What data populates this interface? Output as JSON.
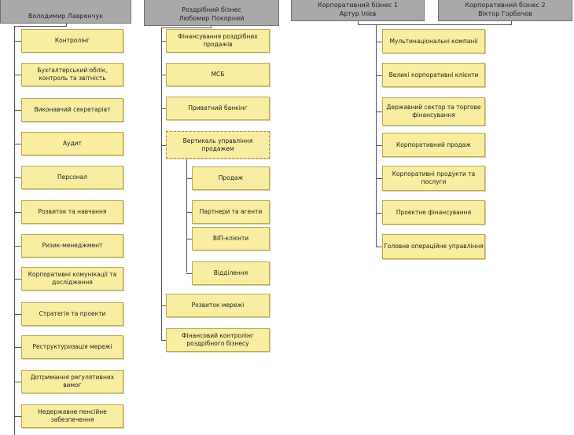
{
  "headers": [
    {
      "line1": "",
      "line2": "Володимир Лавренчук"
    },
    {
      "line1": "Роздрібний бізнес",
      "line2": "Любомир Покорний"
    },
    {
      "line1": "Корпоративний бізнес 1",
      "line2": "Артур Ілієв"
    },
    {
      "line1": "Корпоративний бізнес 2",
      "line2": "Віктор Горбачов"
    }
  ],
  "col1": [
    "Контролінг",
    "Бухгалтерський облік, контроль та звітність",
    "Виконавчий секретаріат",
    "Аудит",
    "Персонал",
    "Розвиток та навчання",
    "Ризик-менеджмент",
    "Корпоративні комунікації та дослідження",
    "Стратегія та проекти",
    "Реструктуризація мережі",
    "Дотримання регулятивних вимог",
    "Недержавне пенсійне забезпечення"
  ],
  "col2": [
    "Фінансування роздрібних продажів",
    "МСБ",
    "Приватний банкінг",
    "Вертикаль управління продажем",
    "Розвиток мережі",
    "Фінансовий контролінг роздрібного бізнесу"
  ],
  "col2_sub": [
    "Продаж",
    "Партнери та агенти",
    "ВІП-клієнти",
    "Відділення"
  ],
  "col3": [
    "Мультинаціональні компанії",
    "Великі корпоративні клієнти",
    "Державний сектор та торгове фінансування",
    "Корпоративний продаж",
    "Корпоративні продукти та послуги",
    "Проектне фінансування",
    "Головне операційне управління"
  ]
}
